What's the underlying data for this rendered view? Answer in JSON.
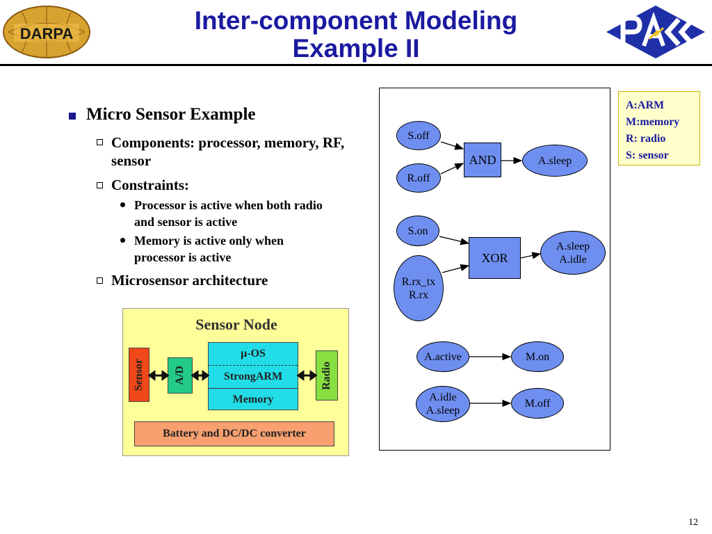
{
  "title": {
    "line1": "Inter-component Modeling",
    "line2": "Example II"
  },
  "logos": {
    "darpa": "DARPA"
  },
  "bullets": {
    "l1": "Micro Sensor Example",
    "components": "Components: processor, memory, RF, sensor",
    "constraints": "Constraints:",
    "c1_line1": "Processor is active when both radio",
    "c1_line2": "and sensor is active",
    "c2_line1": "Memory is active only when",
    "c2_line2": "processor is active",
    "architecture": "Microsensor architecture"
  },
  "sensor_node": {
    "title": "Sensor Node",
    "sensor": "Sensor",
    "ad": "A/D",
    "uos": "µ-OS",
    "strongarm": "StrongARM",
    "memory": "Memory",
    "radio": "Radio",
    "battery": "Battery and DC/DC converter"
  },
  "diagram": {
    "s_off": "S.off",
    "r_off": "R.off",
    "and": "AND",
    "a_sleep": "A.sleep",
    "s_on": "S.on",
    "r_rx_tx_1": "R.rx_tx",
    "r_rx_tx_2": "R.rx",
    "xor": "XOR",
    "a_sleep_idle_1": "A.sleep",
    "a_sleep_idle_2": "A.idle",
    "a_active": "A.active",
    "m_on": "M.on",
    "a_idle_sleep_1": "A.idle",
    "a_idle_sleep_2": "A.sleep",
    "m_off": "M.off"
  },
  "legend": [
    "A:ARM",
    "M:memory",
    "R: radio",
    "S: sensor"
  ],
  "page_number": "12",
  "colors": {
    "title": "#1a1aa0",
    "node_fill": "#6f8ff0",
    "legend_bg": "#ffffcc"
  }
}
